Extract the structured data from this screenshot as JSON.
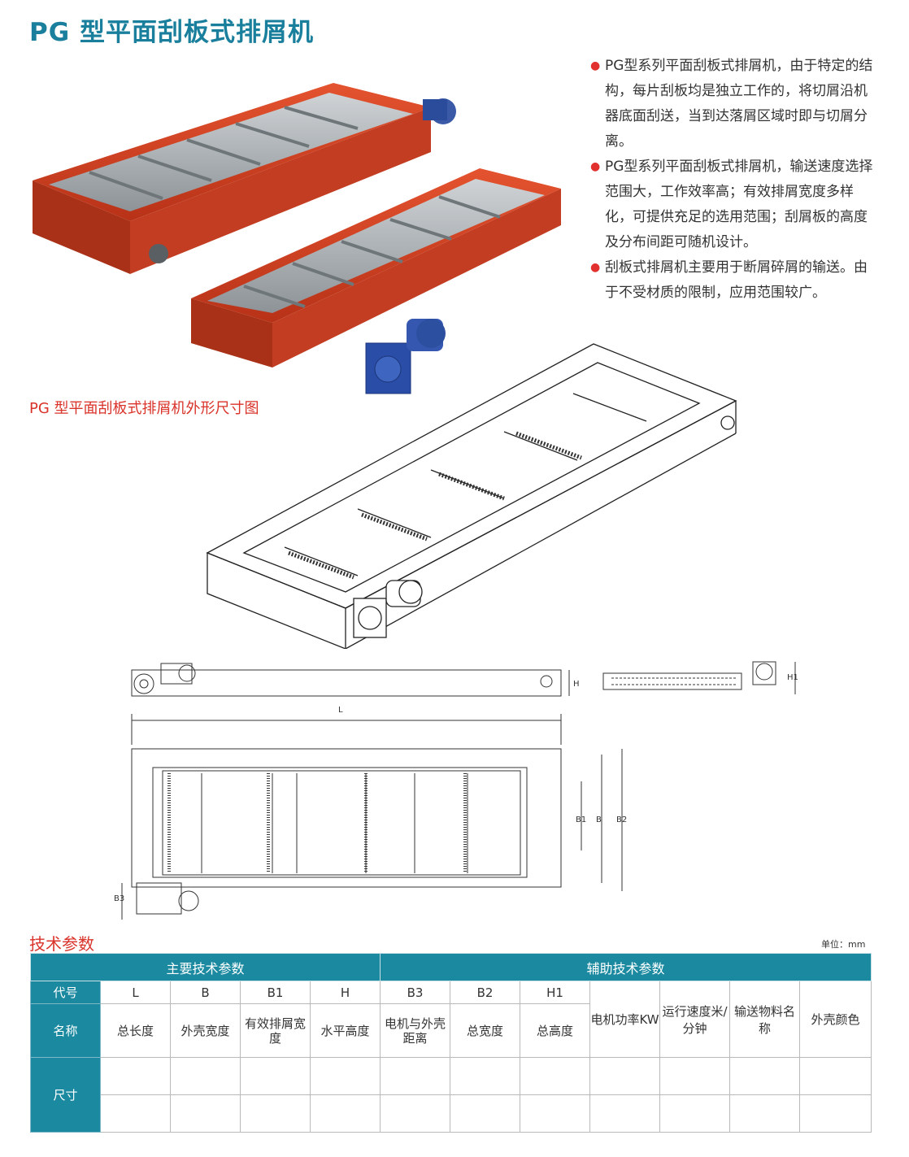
{
  "page": {
    "title": "PG 型平面刮板式排屑机",
    "figure_caption": "PG 型平面刮板式排屑机外形尺寸图",
    "section_title": "技术参数",
    "unit_label": "单位：mm"
  },
  "description": [
    "PG型系列平面刮板式排屑机，由于特定的结构，每片刮板均是独立工作的，将切屑沿机器底面刮送，当到达落屑区域时即与切屑分离。",
    "PG型系列平面刮板式排屑机，输送速度选择范围大，工作效率高；有效排屑宽度多样化，可提供充足的选用范围；刮屑板的高度及分布间距可随机设计。",
    "刮板式排屑机主要用于断屑碎屑的输送。由于不受材质的限制，应用范围较广。"
  ],
  "drawing_labels": {
    "L": "L",
    "H": "H",
    "H1": "H1",
    "B": "B",
    "B1": "B1",
    "B2": "B2",
    "B3": "B3"
  },
  "table": {
    "group_main": "主要技术参数",
    "group_aux": "辅助技术参数",
    "row_code_label": "代号",
    "row_name_label": "名称",
    "row_size_label": "尺寸",
    "codes": [
      "L",
      "B",
      "B1",
      "H",
      "B3",
      "B2",
      "H1"
    ],
    "names": [
      "总长度",
      "外壳宽度",
      "有效排屑宽度",
      "水平高度",
      "电机与外壳距离",
      "总宽度",
      "总高度"
    ],
    "extra_names": [
      "电机功率KW",
      "运行速度米/分钟",
      "输送物料名称",
      "外壳颜色"
    ]
  },
  "colors": {
    "accent": "#1b8aa0",
    "title": "#1a7f9c",
    "red": "#d9332a",
    "frame": "#d8442a"
  }
}
